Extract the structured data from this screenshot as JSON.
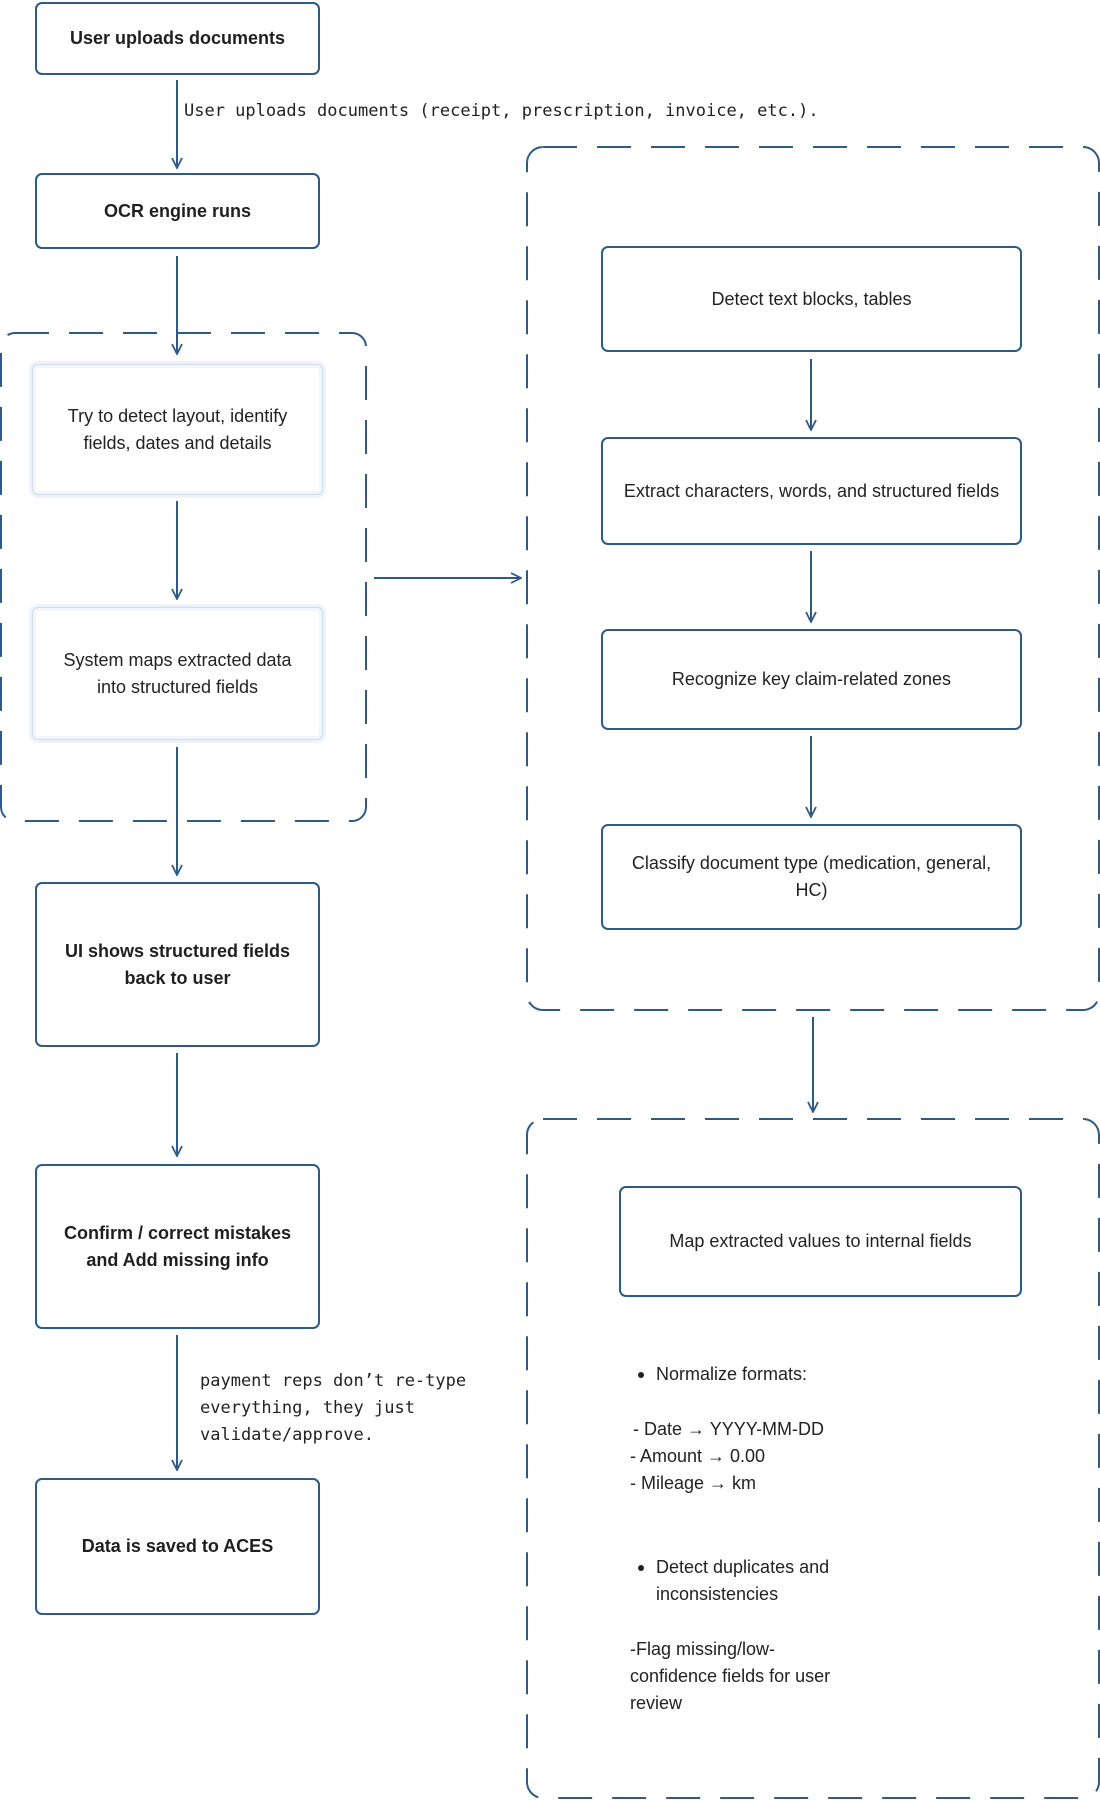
{
  "diagram": {
    "nodes": {
      "upload": "User uploads documents",
      "ocr": "OCR engine runs",
      "layout": "Try to detect layout, identify fields, dates and details",
      "maps": "System maps extracted data into structured fields",
      "ui_shows": "UI shows structured fields back to user",
      "confirm": "Confirm / correct mistakes and Add missing info",
      "saved": "Data is saved to ACES",
      "detect_blocks": "Detect text blocks, tables",
      "extract": "Extract characters, words, and structured fields",
      "recognize": "Recognize key claim-related zones",
      "classify": "Classify document type (medication, general, HC)",
      "map_values": "Map extracted values to internal fields"
    },
    "edge_labels": {
      "upload_to_ocr": "User uploads documents (receipt, prescription, invoice, etc.).",
      "confirm_to_saved": "payment reps don’t re-type\neverything, they just\nvalidate/approve."
    },
    "post_processing": {
      "normalize_bullet": "Normalize formats:",
      "date_line": "- Date → YYYY-MM-DD",
      "amount_line": "- Amount → 0.00",
      "mileage_line": "- Mileage → km",
      "duplicates_bullet": "Detect duplicates and inconsistencies",
      "flag_text": "-Flag missing/low-confidence fields for user review"
    }
  },
  "colors": {
    "stroke": "#2e5a87",
    "text": "#222222"
  }
}
